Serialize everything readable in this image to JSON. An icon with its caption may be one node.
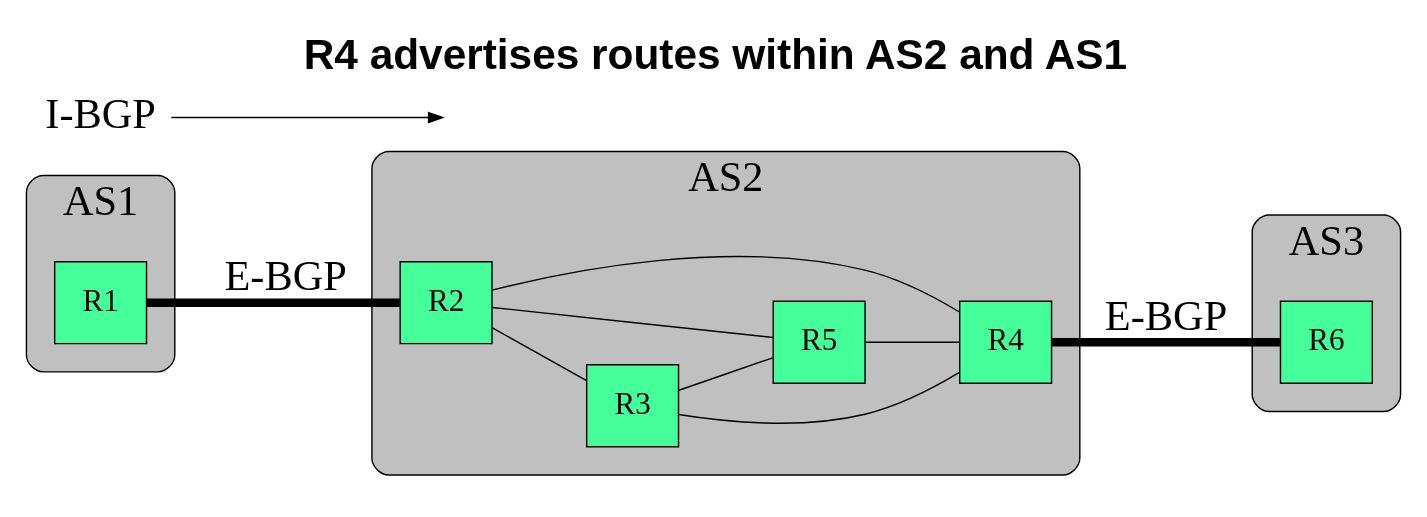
{
  "diagram": {
    "title": "R4 advertises routes within AS2 and AS1",
    "nodes": [
      {
        "text": [
          "AS1"
        ]
      },
      {
        "text": [
          "R1"
        ],
        "in": 0
      },
      {
        "text": [
          "AS2"
        ]
      },
      {
        "text": [
          "R2"
        ],
        "in": 2
      },
      {
        "text": [
          "R3"
        ],
        "in": 2
      },
      {
        "text": [
          "R5"
        ],
        "in": 2
      },
      {
        "text": [
          "R4"
        ],
        "in": 2
      },
      {
        "text": [
          "I-BGP"
        ]
      },
      {
        "text": [
          "AS3"
        ]
      },
      {
        "text": [
          "R6"
        ],
        "in": 8
      }
    ],
    "edges": [
      {
        "from": 1,
        "to": 3,
        "arrow": "none",
        "label": "E-BGP",
        "style": "thick"
      },
      {
        "from": 3,
        "to": 4,
        "arrow": "none"
      },
      {
        "from": 3,
        "to": 5,
        "arrow": "none"
      },
      {
        "from": 3,
        "to": 6,
        "arrow": "none"
      },
      {
        "from": 4,
        "to": 5,
        "arrow": "none"
      },
      {
        "from": 4,
        "to": 6,
        "arrow": "none"
      },
      {
        "from": 5,
        "to": 6,
        "arrow": "none"
      },
      {
        "from": 6,
        "to": 9,
        "arrow": "none",
        "label": "E-BGP",
        "style": "thick"
      },
      {
        "from": 7,
        "to": null,
        "arrow": "to"
      }
    ]
  }
}
